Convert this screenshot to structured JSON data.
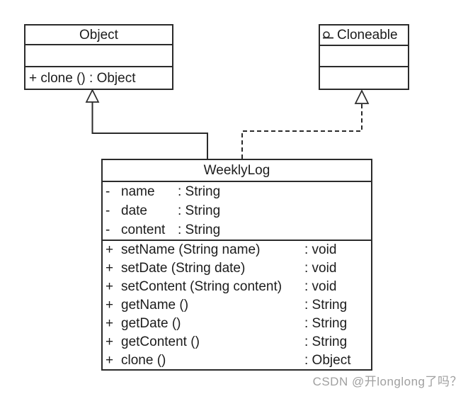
{
  "diagram": {
    "object_class": {
      "title": "Object",
      "method": "+ clone () : Object"
    },
    "cloneable_interface": {
      "title": "Cloneable",
      "icon": "interface-lollipop-icon"
    },
    "weeklylog_class": {
      "title": "WeeklyLog",
      "attributes": [
        {
          "vis": "-",
          "name": "name",
          "type": ": String"
        },
        {
          "vis": "-",
          "name": "date",
          "type": ": String"
        },
        {
          "vis": "-",
          "name": "content",
          "type": ": String"
        }
      ],
      "methods": [
        {
          "vis": "+",
          "sig": "setName (String name)",
          "ret": ": void"
        },
        {
          "vis": "+",
          "sig": "setDate (String date)",
          "ret": ": void"
        },
        {
          "vis": "+",
          "sig": "setContent (String content)",
          "ret": ": void"
        },
        {
          "vis": "+",
          "sig": "getName ()",
          "ret": ": String"
        },
        {
          "vis": "+",
          "sig": "getDate ()",
          "ret": ": String"
        },
        {
          "vis": "+",
          "sig": "getContent ()",
          "ret": ": String"
        },
        {
          "vis": "+",
          "sig": "clone ()",
          "ret": ": Object"
        }
      ]
    },
    "relationships": [
      {
        "from": "WeeklyLog",
        "to": "Object",
        "type": "generalization",
        "line": "solid"
      },
      {
        "from": "WeeklyLog",
        "to": "Cloneable",
        "type": "realization",
        "line": "dashed"
      }
    ],
    "colors": {
      "border": "#2b2b2b",
      "text": "#1c1c1c",
      "background": "#ffffff",
      "watermark": "#a0a0a0"
    }
  },
  "watermark": {
    "text": "CSDN @开longlong了吗？"
  }
}
